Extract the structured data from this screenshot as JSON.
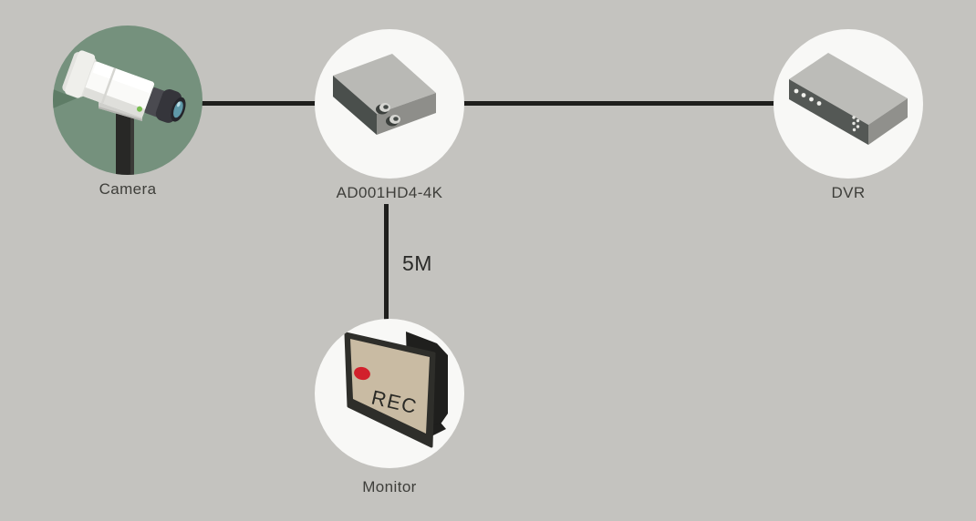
{
  "diagram": {
    "nodes": [
      {
        "id": "camera",
        "label": "Camera"
      },
      {
        "id": "ad001hd4-4k",
        "label": "AD001HD4-4K"
      },
      {
        "id": "dvr",
        "label": "DVR"
      },
      {
        "id": "monitor",
        "label": "Monitor",
        "screen_text": "REC"
      }
    ],
    "edges": [
      {
        "from": "camera",
        "to": "ad001hd4-4k",
        "label": ""
      },
      {
        "from": "ad001hd4-4k",
        "to": "dvr",
        "label": ""
      },
      {
        "from": "ad001hd4-4k",
        "to": "monitor",
        "label": "5M"
      }
    ],
    "colors": {
      "background": "#c4c3bf",
      "connector_line": "#1e1e1c",
      "camera_circle": "#75917d",
      "device_circle": "#f8f8f6",
      "label_text": "#3e3e3a",
      "monitor_screen": "#c9bba3",
      "recording_dot_red": "#d2202c"
    }
  }
}
